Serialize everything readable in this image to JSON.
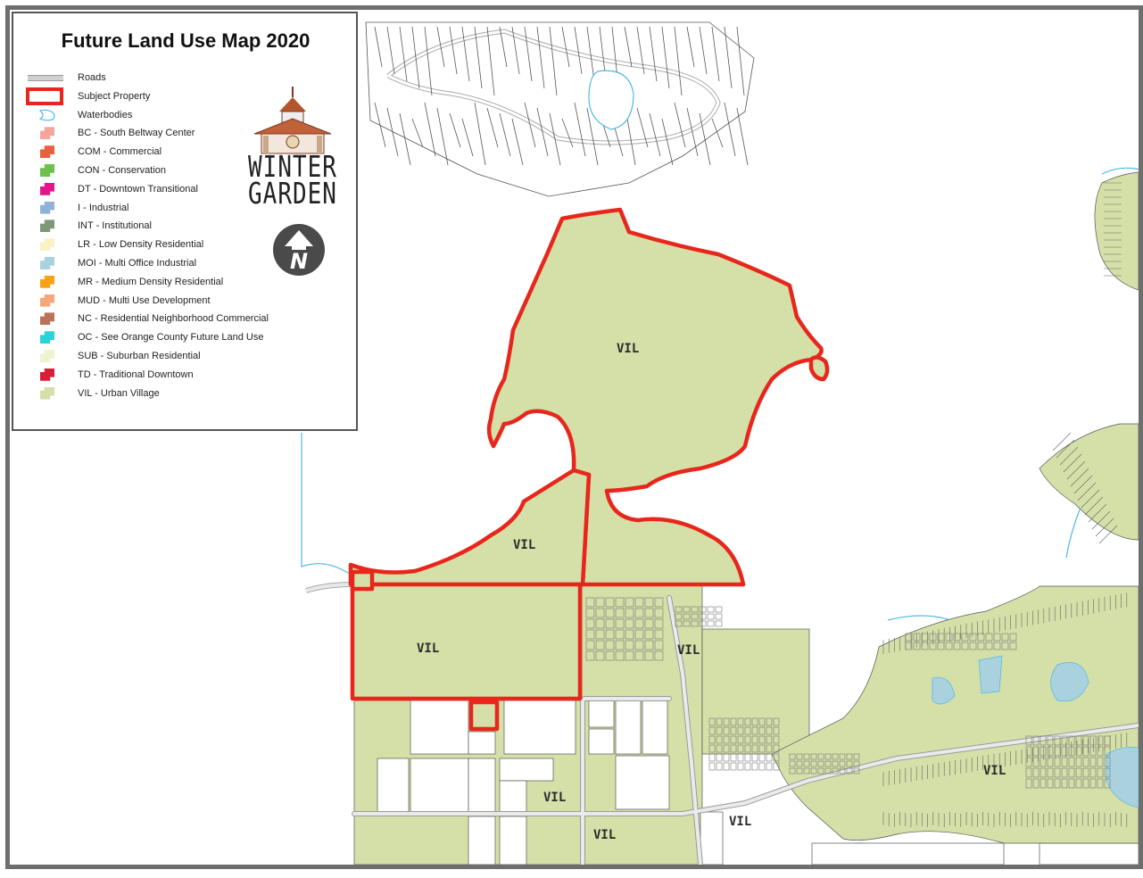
{
  "legend": {
    "title": "Future Land Use Map 2020",
    "items": [
      {
        "label": "Roads",
        "kind": "road"
      },
      {
        "label": "Subject Property",
        "kind": "subject",
        "color": "#e8261c"
      },
      {
        "label": "Waterbodies",
        "kind": "water",
        "color": "#4fb8e6"
      },
      {
        "label": "BC - South Beltway Center",
        "kind": "zone",
        "color": "#f6a59c"
      },
      {
        "label": "COM - Commercial",
        "kind": "zone",
        "color": "#e8603c"
      },
      {
        "label": "CON - Conservation",
        "kind": "zone",
        "color": "#6cc24a"
      },
      {
        "label": "DT - Downtown Transitional",
        "kind": "zone",
        "color": "#e5148c"
      },
      {
        "label": "I - Industrial",
        "kind": "zone",
        "color": "#8fb2d9"
      },
      {
        "label": "INT - Institutional",
        "kind": "zone",
        "color": "#7c9a78"
      },
      {
        "label": "LR - Low Density Residential",
        "kind": "zone",
        "color": "#fbf1c2"
      },
      {
        "label": "MOI - Multi Office Industrial",
        "kind": "zone",
        "color": "#a9d2de"
      },
      {
        "label": "MR - Medium Density Residential",
        "kind": "zone",
        "color": "#f5a315"
      },
      {
        "label": "MUD - Multi Use Development",
        "kind": "zone",
        "color": "#f4a77a"
      },
      {
        "label": "NC - Residential Neighborhood Commercial",
        "kind": "zone",
        "color": "#b8735a"
      },
      {
        "label": "OC - See Orange County Future Land Use",
        "kind": "zone",
        "color": "#27d3d6"
      },
      {
        "label": "SUB - Suburban Residential",
        "kind": "zone",
        "color": "#eef3d2"
      },
      {
        "label": "TD - Traditional Downtown",
        "kind": "zone",
        "color": "#d81e36"
      },
      {
        "label": "VIL - Urban Village",
        "kind": "zone",
        "color": "#d4e0a8"
      }
    ]
  },
  "logo": {
    "line1": "WINTER",
    "line2": "GARDEN",
    "icon": "gazebo-icon"
  },
  "north_arrow": {
    "letter": "N",
    "icon": "north-arrow-icon"
  },
  "map": {
    "zone_labels": [
      {
        "text": "VIL"
      },
      {
        "text": "VIL"
      },
      {
        "text": "VIL"
      },
      {
        "text": "VIL"
      },
      {
        "text": "VIL"
      },
      {
        "text": "VIL"
      },
      {
        "text": "VIL"
      },
      {
        "text": "VIL"
      }
    ],
    "colors": {
      "vil": "#d4e0a8",
      "subject": "#e8261c",
      "water": "#4fb8e6",
      "road": "#c8c8c8",
      "lot_line": "#555555"
    }
  }
}
